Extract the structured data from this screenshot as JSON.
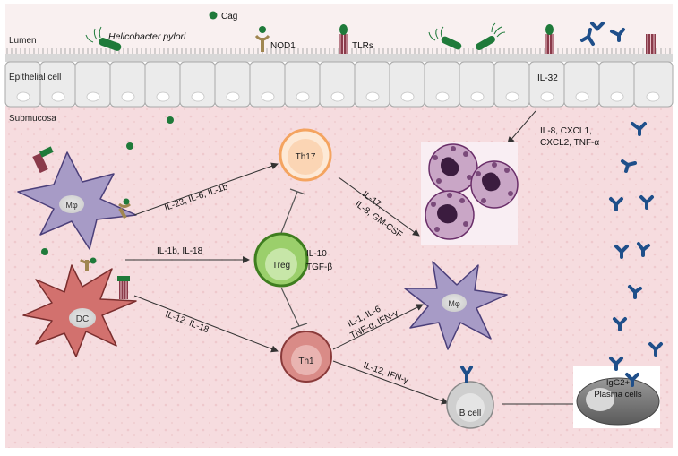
{
  "regions": {
    "lumen": "Lumen",
    "epithelial": "Epithelial cell",
    "submucosa": "Submucosa"
  },
  "lumen_labels": {
    "bacteria": "Helicobacter pylori",
    "cag": "Cag",
    "nod1": "NOD1",
    "tlrs": "TLRs",
    "il32": "IL-32"
  },
  "cells": {
    "macrophage_top": "Mφ",
    "dc": "DC",
    "th17": "Th17",
    "treg": "Treg",
    "th1": "Th1",
    "macrophage_right": "Mφ",
    "bcell": "B cell",
    "plasma_line1": "IgG2+",
    "plasma_line2": "Plasma cells"
  },
  "signals": {
    "il23": "IL-23, IL-6, IL-1b",
    "il1b": "IL-1b, IL-18",
    "il12_18": "IL-12, IL-18",
    "il10": "IL-10",
    "tgfb": "TGF-β",
    "il17": "IL-17,",
    "il8gmcsf": "IL-8, GM-CSF",
    "il8_line1": "IL-8, CXCL1,",
    "il8_line2": "CXCL2, TNF-α",
    "il1_il6": "IL-1, IL-6",
    "tnf_ifn": "TNF-α, IFN-γ",
    "il12_ifn": "IL-12, IFN-γ"
  },
  "colors": {
    "submucosa": "#f6dcdf",
    "lumen": "#f9f0f0",
    "epithelium": "#ebebeb",
    "macrophage": "#a79bc6",
    "dc": "#d2716e",
    "th17": "#f4a460",
    "treg": "#7cc142",
    "th1": "#c86864",
    "bacterium": "#1f7a3a",
    "antibody": "#1f4f8a",
    "neutrophil": "#6a2e69"
  }
}
